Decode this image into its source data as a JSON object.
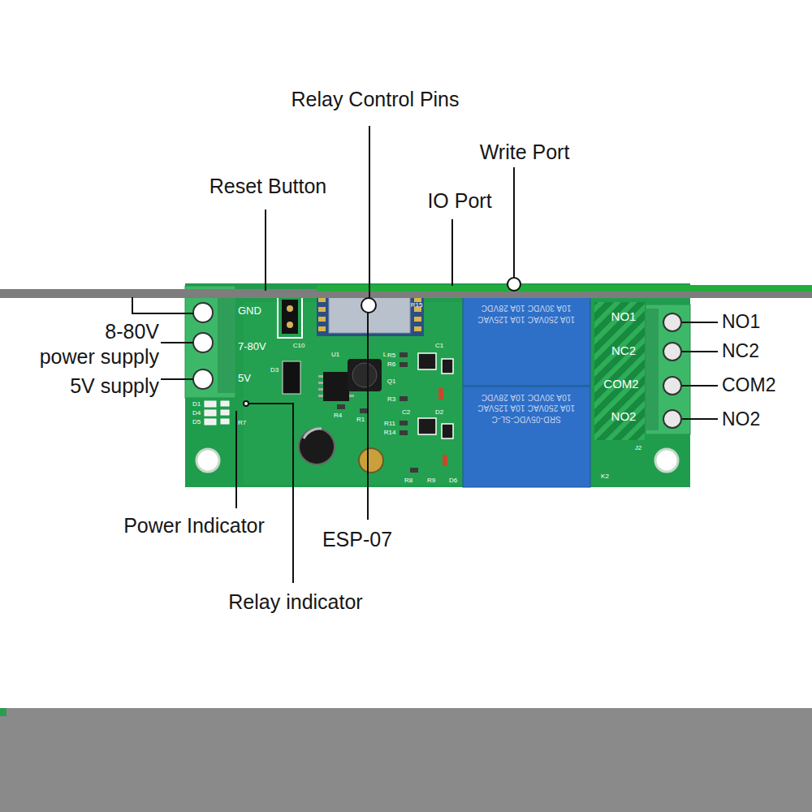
{
  "diagram": {
    "nodes": [
      {
        "text": [
          "10A 250VAC 10A 125VAC",
          "10A 30VDC 10A 28VDC"
        ]
      },
      {
        "text": [
          "SRD-05VDC-SL-C",
          "10A 250VAC 10A 125VAC",
          "10A 30VDC 10A 28VDC"
        ]
      }
    ],
    "labels": [
      "Relay Control Pins",
      "Write Port",
      "Reset Button",
      "IO Port",
      "GND",
      "7-80V",
      "5V",
      "8-80V",
      "power supply",
      "5V supply",
      "NO1",
      "NC2",
      "COM2",
      "NO2",
      "NO1",
      "NC2",
      "COM2",
      "NO2",
      "Power Indicator",
      "ESP-07",
      "Relay indicator",
      "R15",
      "C10",
      "D3",
      "U1",
      "L",
      "C1",
      "R5",
      "R6",
      "Q1",
      "R3",
      "R4",
      "R1",
      "C2",
      "R11",
      "R14",
      "D2",
      "R8",
      "R9",
      "D6",
      "D1",
      "D4",
      "D5",
      "R7",
      "J2",
      "K2"
    ]
  }
}
